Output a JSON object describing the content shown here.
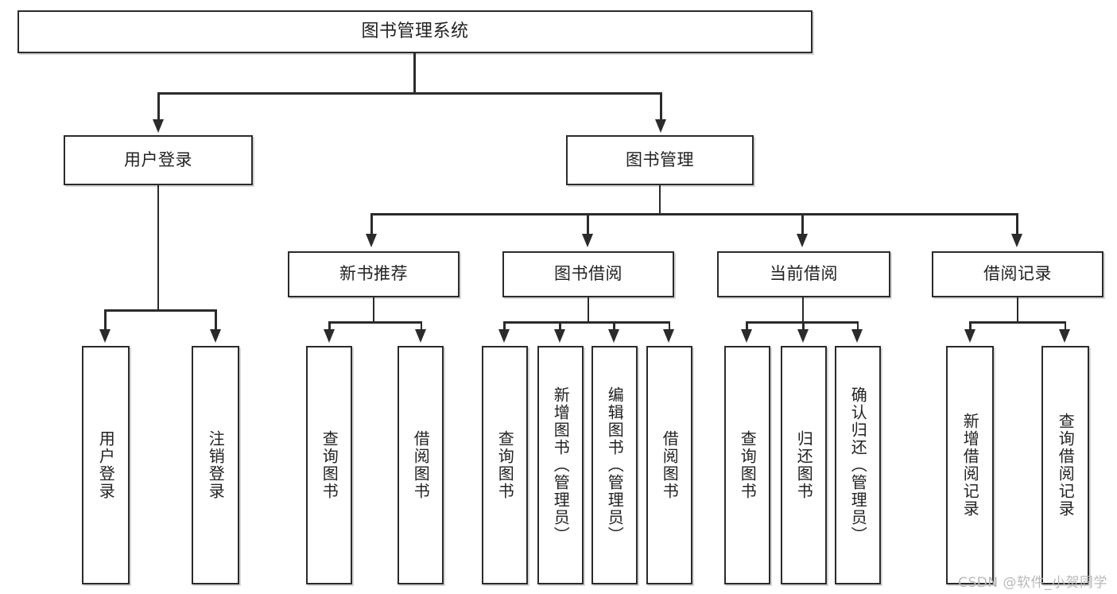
{
  "diagram": {
    "type": "tree-flowchart",
    "title": "图书管理系统",
    "root": {
      "label": "图书管理系统"
    },
    "level2": [
      {
        "label": "用户登录"
      },
      {
        "label": "图书管理"
      }
    ],
    "level3": [
      {
        "label": "新书推荐"
      },
      {
        "label": "图书借阅"
      },
      {
        "label": "当前借阅"
      },
      {
        "label": "借阅记录"
      }
    ],
    "leaves": {
      "user_login": [
        {
          "label": "用户登录"
        },
        {
          "label": "注销登录"
        }
      ],
      "new_book_recommend": [
        {
          "label": "查询图书"
        },
        {
          "label": "借阅图书"
        }
      ],
      "book_borrow": [
        {
          "label": "查询图书"
        },
        {
          "label": "新增图书（管理员）"
        },
        {
          "label": "编辑图书（管理员）"
        },
        {
          "label": "借阅图书"
        }
      ],
      "current_borrow": [
        {
          "label": "查询图书"
        },
        {
          "label": "归还图书"
        },
        {
          "label": "确认归还（管理员）"
        }
      ],
      "borrow_record": [
        {
          "label": "新增借阅记录"
        },
        {
          "label": "查询借阅记录"
        }
      ]
    }
  },
  "watermark": {
    "text": "CSDN @软件_小贺同学"
  },
  "colors": {
    "stroke": "#2b2b2b",
    "fill": "#ffffff",
    "text": "#222222",
    "watermark": "#b9b9b9"
  }
}
